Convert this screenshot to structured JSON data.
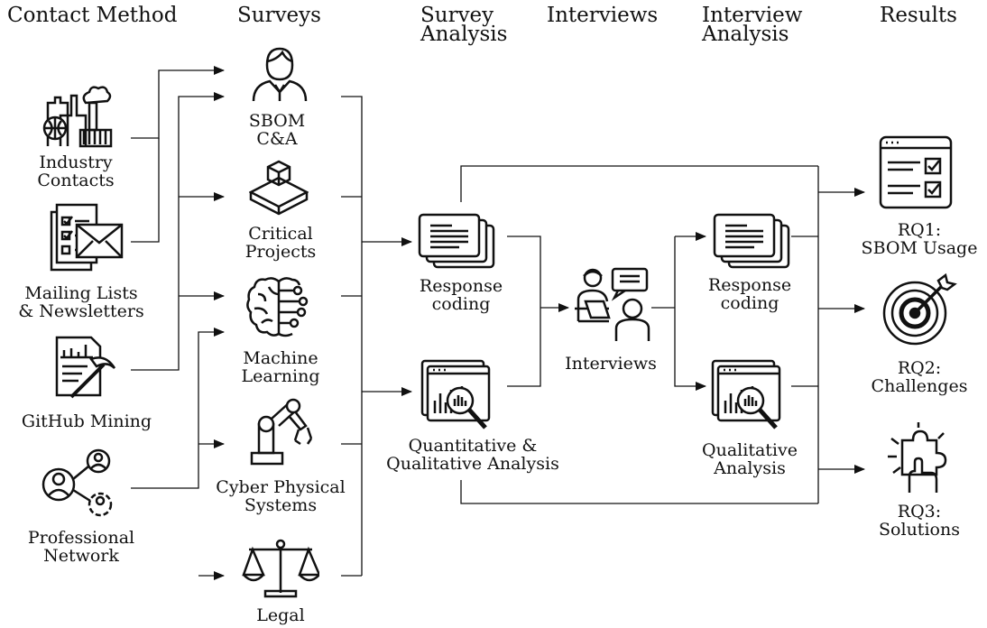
{
  "headers": {
    "contact_method": "Contact Method",
    "surveys": "Surveys",
    "survey_analysis_1": "Survey",
    "survey_analysis_2": "Analysis",
    "interviews": "Interviews",
    "interview_analysis_1": "Interview",
    "interview_analysis_2": "Analysis",
    "results": "Results"
  },
  "contacts": {
    "industry": [
      "Industry",
      "Contacts"
    ],
    "mailing": [
      "Mailing Lists",
      "& Newsletters"
    ],
    "github": [
      "GitHub Mining"
    ],
    "network": [
      "Professional",
      "Network"
    ]
  },
  "surveys": {
    "sbom": [
      "SBOM",
      "C&A"
    ],
    "critical": [
      "Critical",
      "Projects"
    ],
    "ml": [
      "Machine",
      "Learning"
    ],
    "cps": [
      "Cyber Physical",
      "Systems"
    ],
    "legal": [
      "Legal"
    ]
  },
  "survey_analysis": {
    "response_coding": [
      "Response",
      "coding"
    ],
    "quant_qual": [
      "Quantitative &",
      "Qualitative Analysis"
    ]
  },
  "interviews": {
    "label": "Interviews"
  },
  "interview_analysis": {
    "response_coding": [
      "Response",
      "coding"
    ],
    "qualitative": [
      "Qualitative",
      "Analysis"
    ]
  },
  "results": {
    "rq1": [
      "RQ1:",
      "SBOM Usage"
    ],
    "rq2": [
      "RQ2:",
      "Challenges"
    ],
    "rq3": [
      "RQ3:",
      "Solutions"
    ]
  },
  "icons": [
    "factory-icon",
    "mail-list-icon",
    "github-mining-icon",
    "network-icon",
    "person-icon",
    "cube-box-icon",
    "brain-circuit-icon",
    "robot-arm-icon",
    "scales-icon",
    "document-stack-icon",
    "analysis-chart-icon",
    "interview-icon",
    "checklist-icon",
    "target-icon",
    "puzzle-hand-icon"
  ]
}
